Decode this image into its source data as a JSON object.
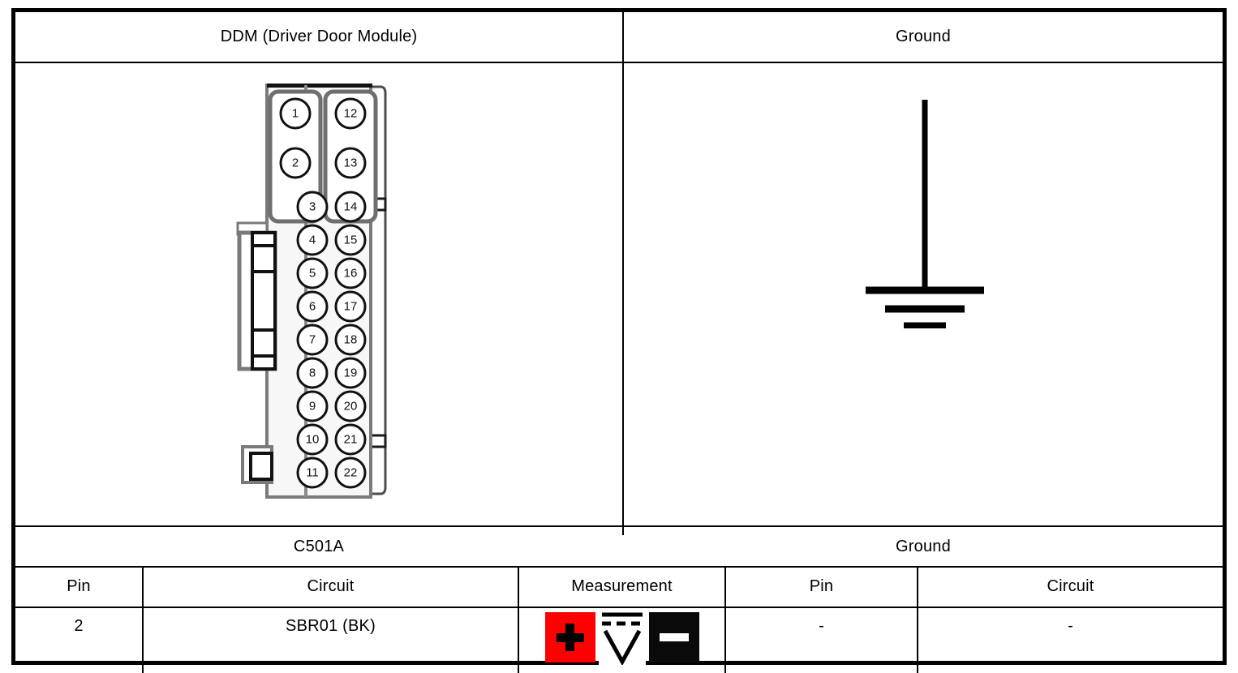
{
  "diagram": {
    "type": "automotive-connector-pinout",
    "headers": {
      "left_component": "DDM (Driver Door Module)",
      "right_component": "Ground"
    },
    "connector_labels": {
      "left": "C501A",
      "right": "Ground"
    },
    "connector": {
      "name": "C501A",
      "pin_count": 22,
      "left_column_pins": [
        "1",
        "2",
        "3",
        "4",
        "5",
        "6",
        "7",
        "8",
        "9",
        "10",
        "11"
      ],
      "right_column_pins": [
        "12",
        "13",
        "14",
        "15",
        "16",
        "17",
        "18",
        "19",
        "20",
        "21",
        "22"
      ]
    },
    "ground_symbol": {
      "name": "chassis-ground",
      "bars": 3
    },
    "table": {
      "columns": [
        "Pin",
        "Circuit",
        "Measurement",
        "Pin",
        "Circuit"
      ],
      "rows": [
        {
          "left_pin": "2",
          "left_circuit": "SBR01 (BK)",
          "measurement": {
            "positive_icon": "red-plus-probe-icon",
            "mode_icon": "dc-voltage-icon",
            "negative_icon": "black-minus-probe-icon"
          },
          "right_pin": "-",
          "right_circuit": "-"
        }
      ]
    },
    "colors": {
      "positive_probe": "#ff0000",
      "negative_probe": "#0a0a0a",
      "border": "#000000",
      "background": "#ffffff",
      "connector_outline": "#808080",
      "connector_fill": "#fafafa"
    }
  }
}
